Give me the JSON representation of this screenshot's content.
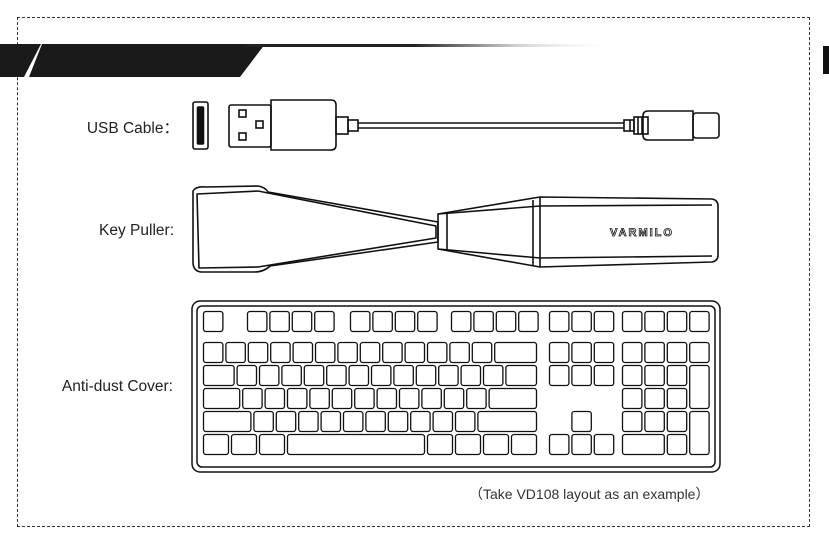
{
  "items": [
    {
      "label": "USB Cable："
    },
    {
      "label": "Key Puller:"
    },
    {
      "label": "Anti-dust Cover:"
    }
  ],
  "puller_brand": "VARMILO",
  "caption": "（Take VD108 layout as an example）",
  "colors": {
    "ink": "#222222",
    "banner": "#1a1a1a",
    "frame": "#333333"
  }
}
